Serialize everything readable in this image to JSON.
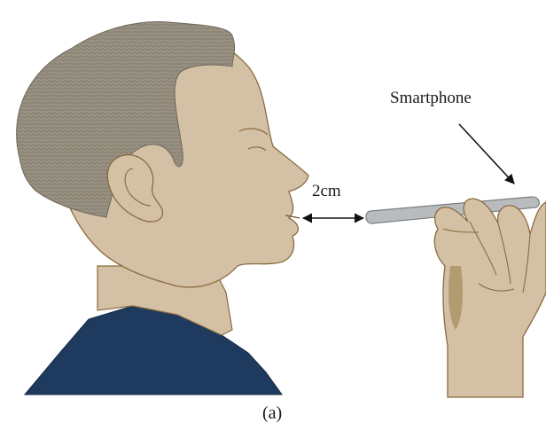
{
  "labels": {
    "smartphone": "Smartphone",
    "distance": "2cm",
    "caption": "(a)"
  },
  "colors": {
    "skin": "#d4c1a5",
    "skin_outline": "#8a6a3f",
    "hair": "#8e8676",
    "hair_lines": "#a09a8c",
    "shirt": "#1e3a5f",
    "phone": "#b9bcbe",
    "phone_outline": "#7b7f82",
    "arrow": "#111111"
  }
}
